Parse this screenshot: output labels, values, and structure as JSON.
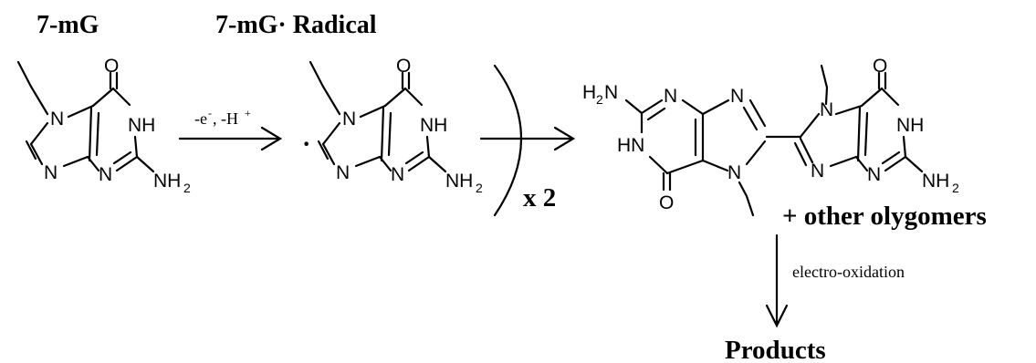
{
  "titles": {
    "reactant": "7-mG",
    "radical": "7-mG· Radical",
    "products": "Products"
  },
  "atoms": {
    "oxygen": "O",
    "nitrogen": "N",
    "nh": "NH",
    "hn": "HN",
    "nh2": "NH",
    "h2n": "H",
    "h2n_n": "N",
    "sub_2": "2"
  },
  "reagents": {
    "step1": "-e",
    "step1_charge": "-",
    "step1_b": ", -H",
    "step1_plus": "+",
    "multiplier": "x 2",
    "oligomers": "+ other olygomers",
    "step3": "electro-oxidation"
  },
  "radical_dot": "·"
}
